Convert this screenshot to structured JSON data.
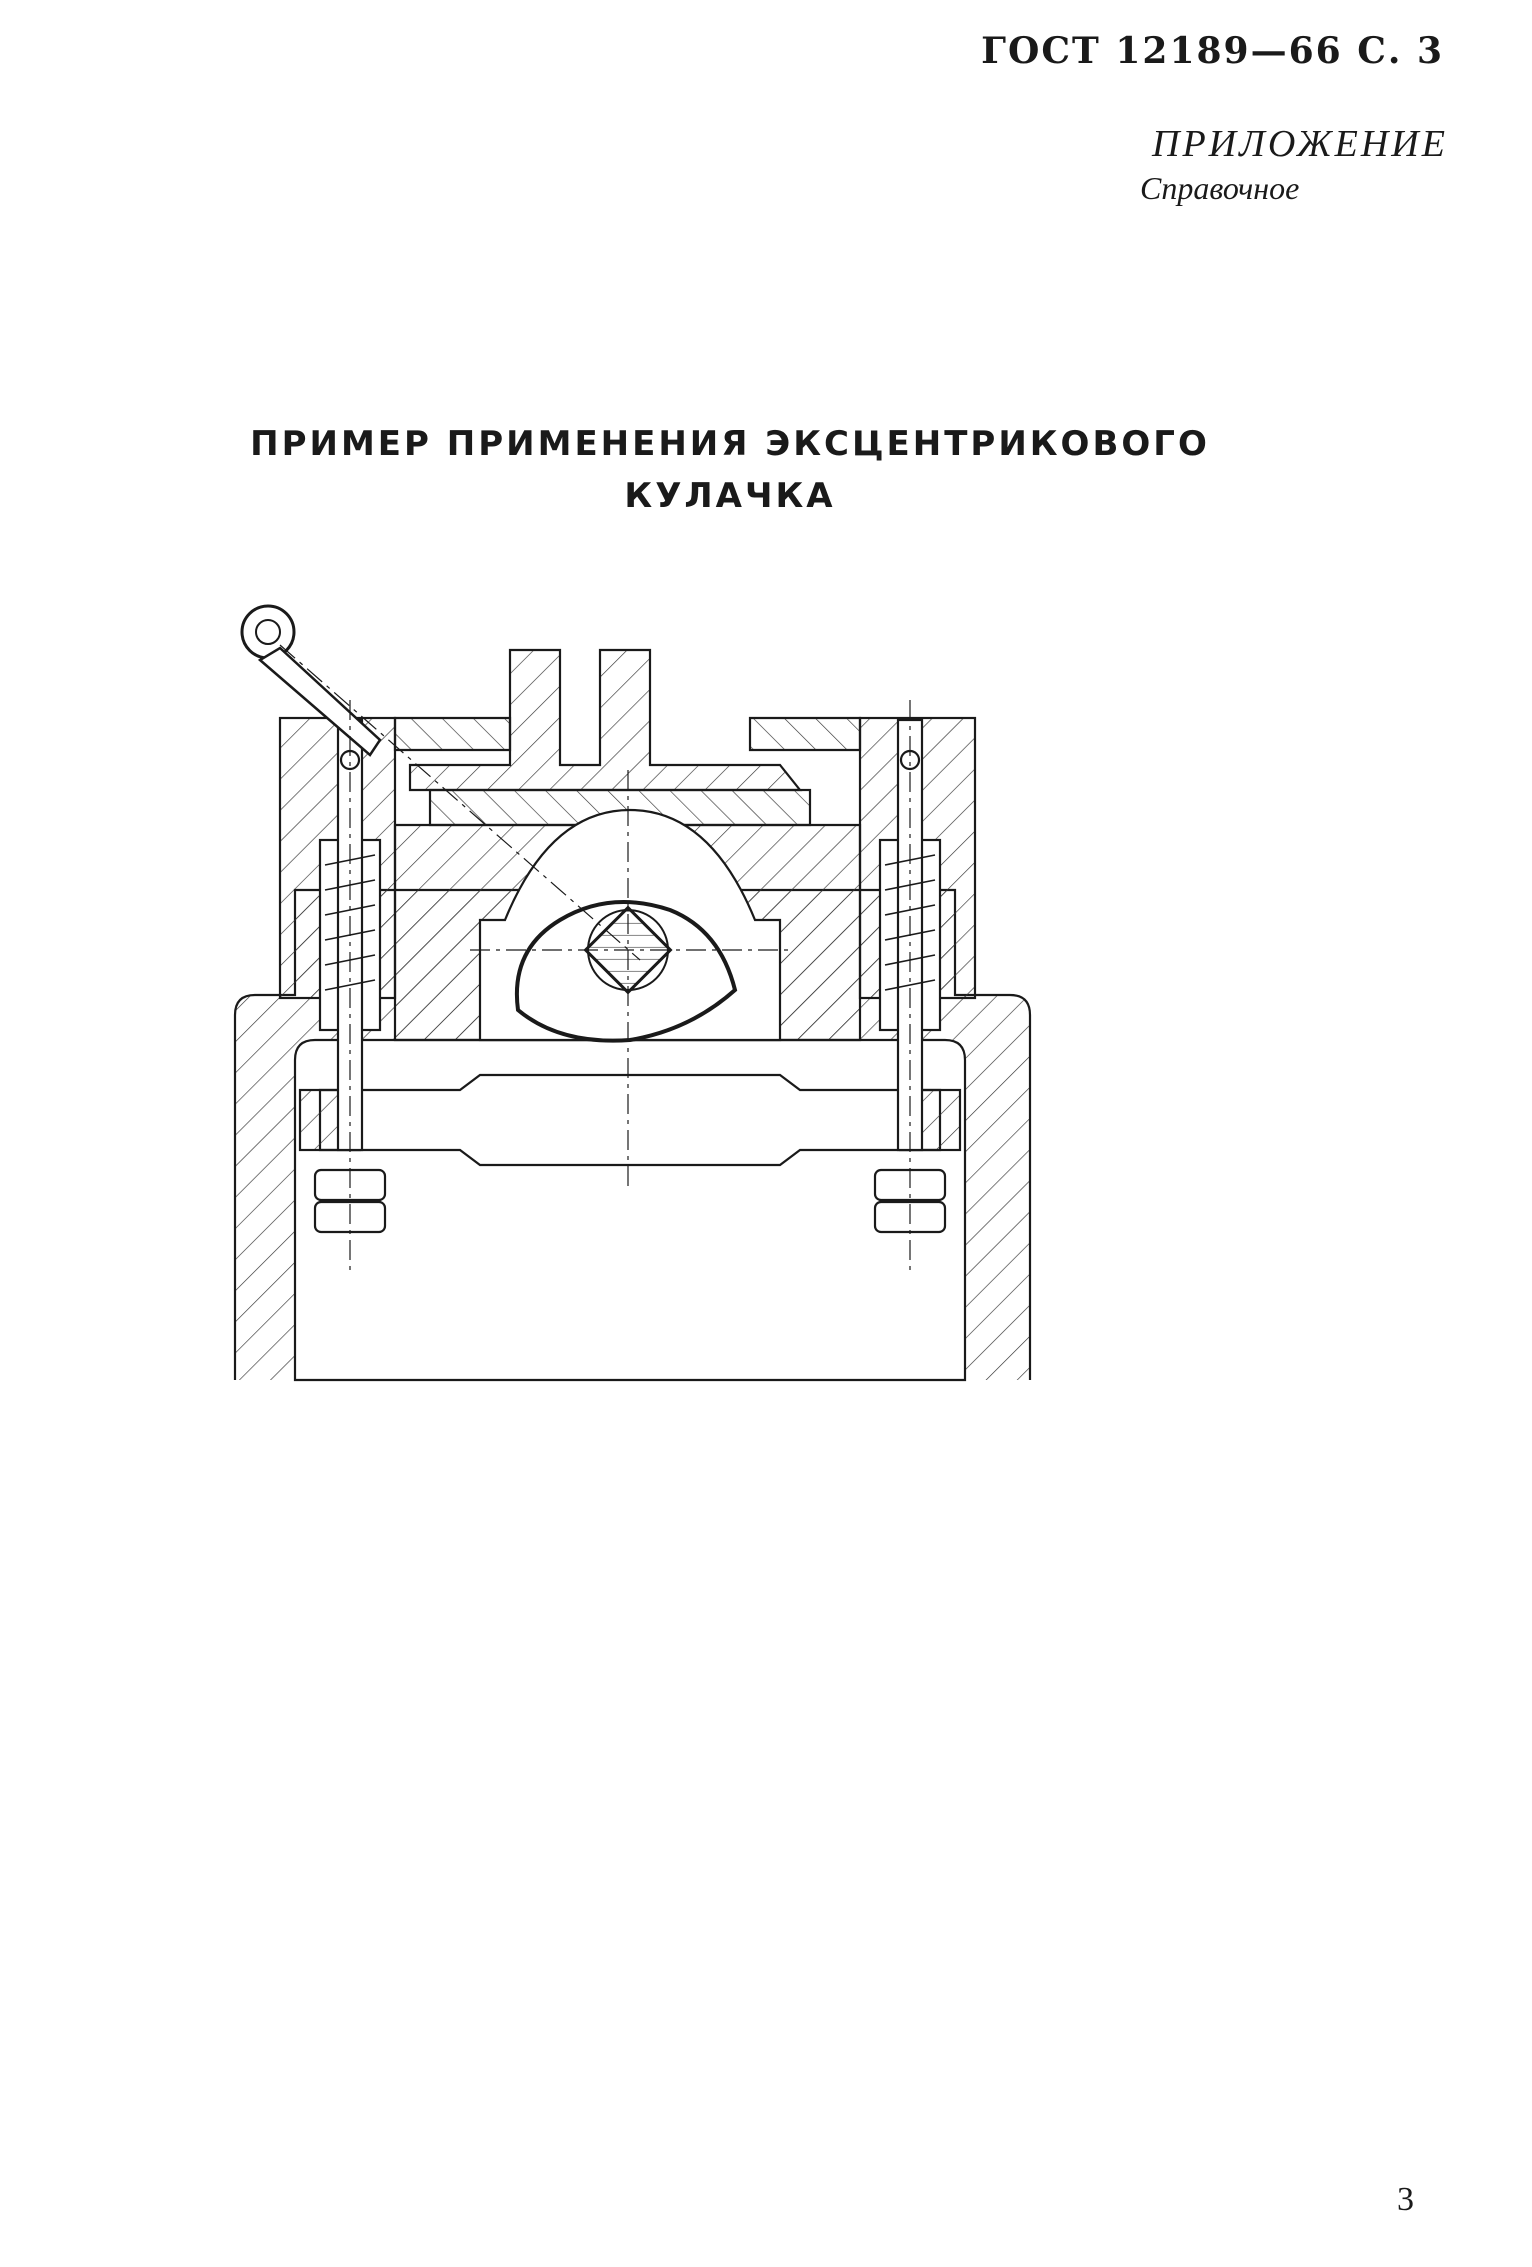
{
  "header": {
    "standard_code": "ГОСТ 12189—66 С. 3"
  },
  "appendix": {
    "title": "ПРИЛОЖЕНИЕ",
    "subtitle": "Справочное"
  },
  "document": {
    "title_line1": "ПРИМЕР ПРИМЕНЕНИЯ ЭКСЦЕНТРИКОВОГО",
    "title_line2": "КУЛАЧКА"
  },
  "footer": {
    "page_number": "3"
  },
  "colors": {
    "ink": "#1a1a1a",
    "paper": "#ffffff"
  }
}
